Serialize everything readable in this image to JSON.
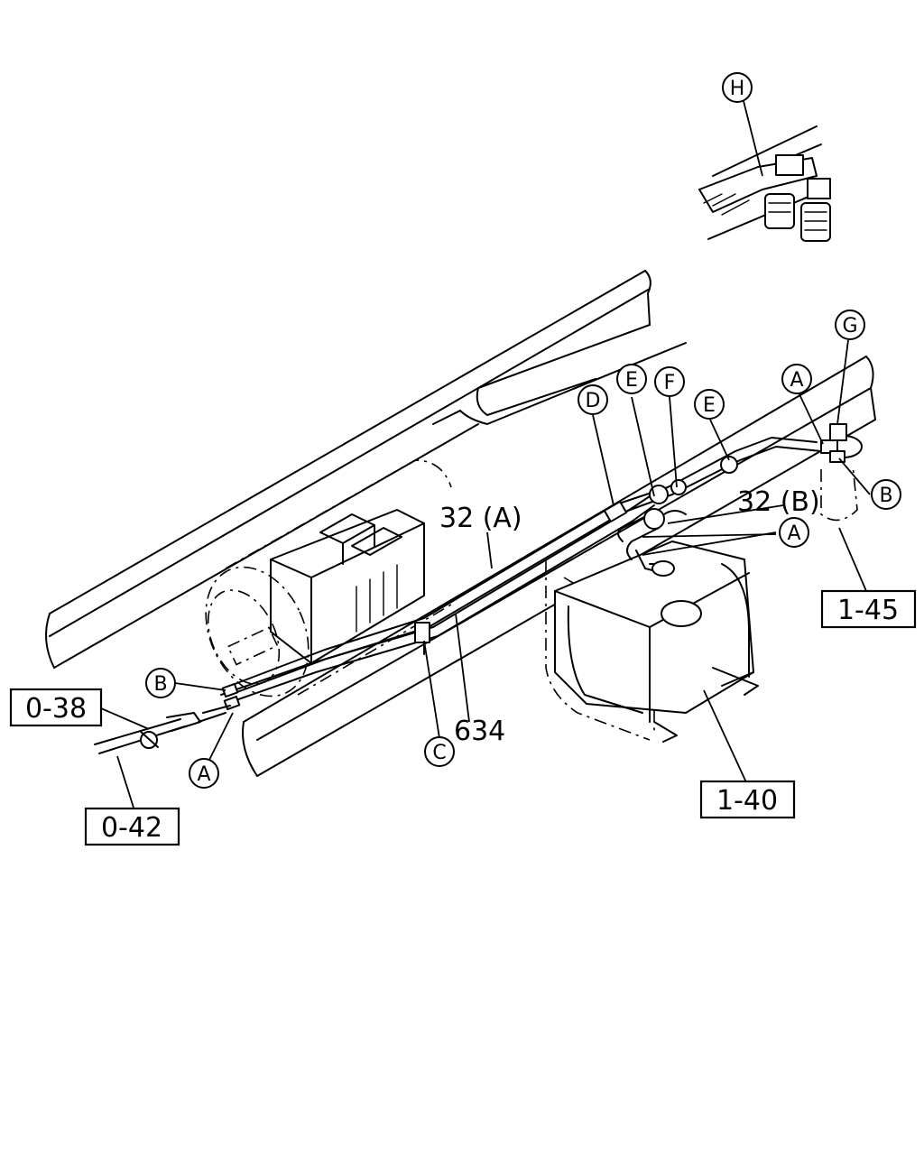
{
  "callouts": {
    "A": "A",
    "B": "B",
    "C": "C",
    "D": "D",
    "E": "E",
    "F": "F",
    "G": "G",
    "H": "H"
  },
  "part_numbers": {
    "pipe_a": "32 (A)",
    "pipe_b": "32 (B)",
    "hose": "634"
  },
  "references": {
    "ref_0_38": "0-38",
    "ref_0_42": "0-42",
    "ref_1_40": "1-40",
    "ref_1_45": "1-45"
  }
}
